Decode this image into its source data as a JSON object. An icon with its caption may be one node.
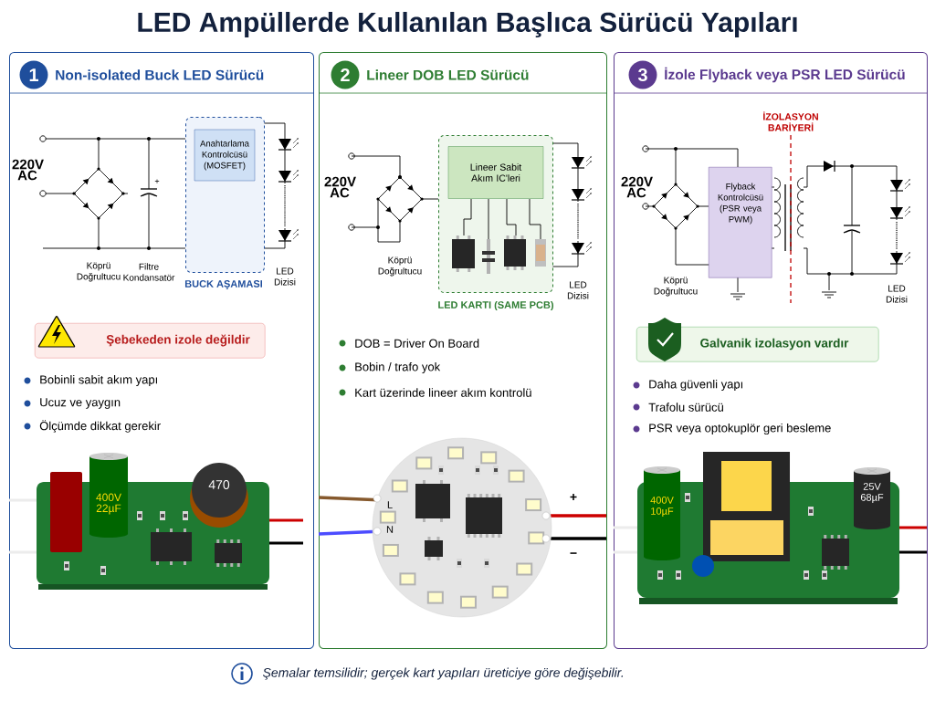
{
  "diagram": {
    "title": "LED Ampüllerde Kullanılan Başlıca Sürücü Yapıları",
    "caption": "Şemalar temsilidir; gerçek kart yapıları üreticiye göre değişebilir.",
    "nodes": [
      {
        "text": [
          "Non-isolated Buck LED Sürücü"
        ]
      },
      {
        "text": [
          "1"
        ],
        "in": 0
      },
      {
        "text": [
          "BUCK AŞAMASI"
        ],
        "in": 0
      },
      {
        "text": [
          "Anahtarlama Kontrolcüsü (MOSFET)"
        ],
        "in": 2
      },
      {
        "text": [
          "Şebekeden izole değildir"
        ],
        "in": 0
      },
      {
        "text": [
          "Lineer DOB LED Sürücü"
        ]
      },
      {
        "text": [
          "2"
        ],
        "in": 5
      },
      {
        "text": [
          "LED KARTI (SAME PCB)"
        ],
        "in": 5
      },
      {
        "text": [
          "Lineer Sabit Akım IC'leri"
        ],
        "in": 7
      },
      {
        "text": [
          "İzole Flyback veya PSR LED Sürücü"
        ]
      },
      {
        "text": [
          "3"
        ],
        "in": 9
      },
      {
        "text": [
          "Flyback Kontrolcüsü (PSR veya PWM)"
        ],
        "in": 9
      },
      {
        "text": [
          "Galvanik izolasyon vardır"
        ],
        "in": 9
      }
    ],
    "labels": [
      "220V AC",
      "Köprü Doğrultucu",
      "Filtre Kondansatör",
      "LED Dizisi",
      "Bobinli sabit akım yapı",
      "Ucuz ve yaygın",
      "Ölçümde dikkat gerekir",
      "470",
      "400V 22µF",
      "220V AC",
      "Köprü Doğrultucu",
      "LED Dizisi",
      "DOB = Driver On Board",
      "Bobin / trafo yok",
      "Kart üzerinde lineer akım kontrolü",
      "L",
      "N",
      "+",
      "−",
      "İZOLASYON BARİYERİ",
      "220V AC",
      "Köprü Doğrultucu",
      "LED Dizisi",
      "Daha güvenli yapı",
      "Trafolu sürücü",
      "PSR veya optokuplör geri besleme",
      "400V 10µF",
      "25V 68µF",
      "+"
    ]
  }
}
